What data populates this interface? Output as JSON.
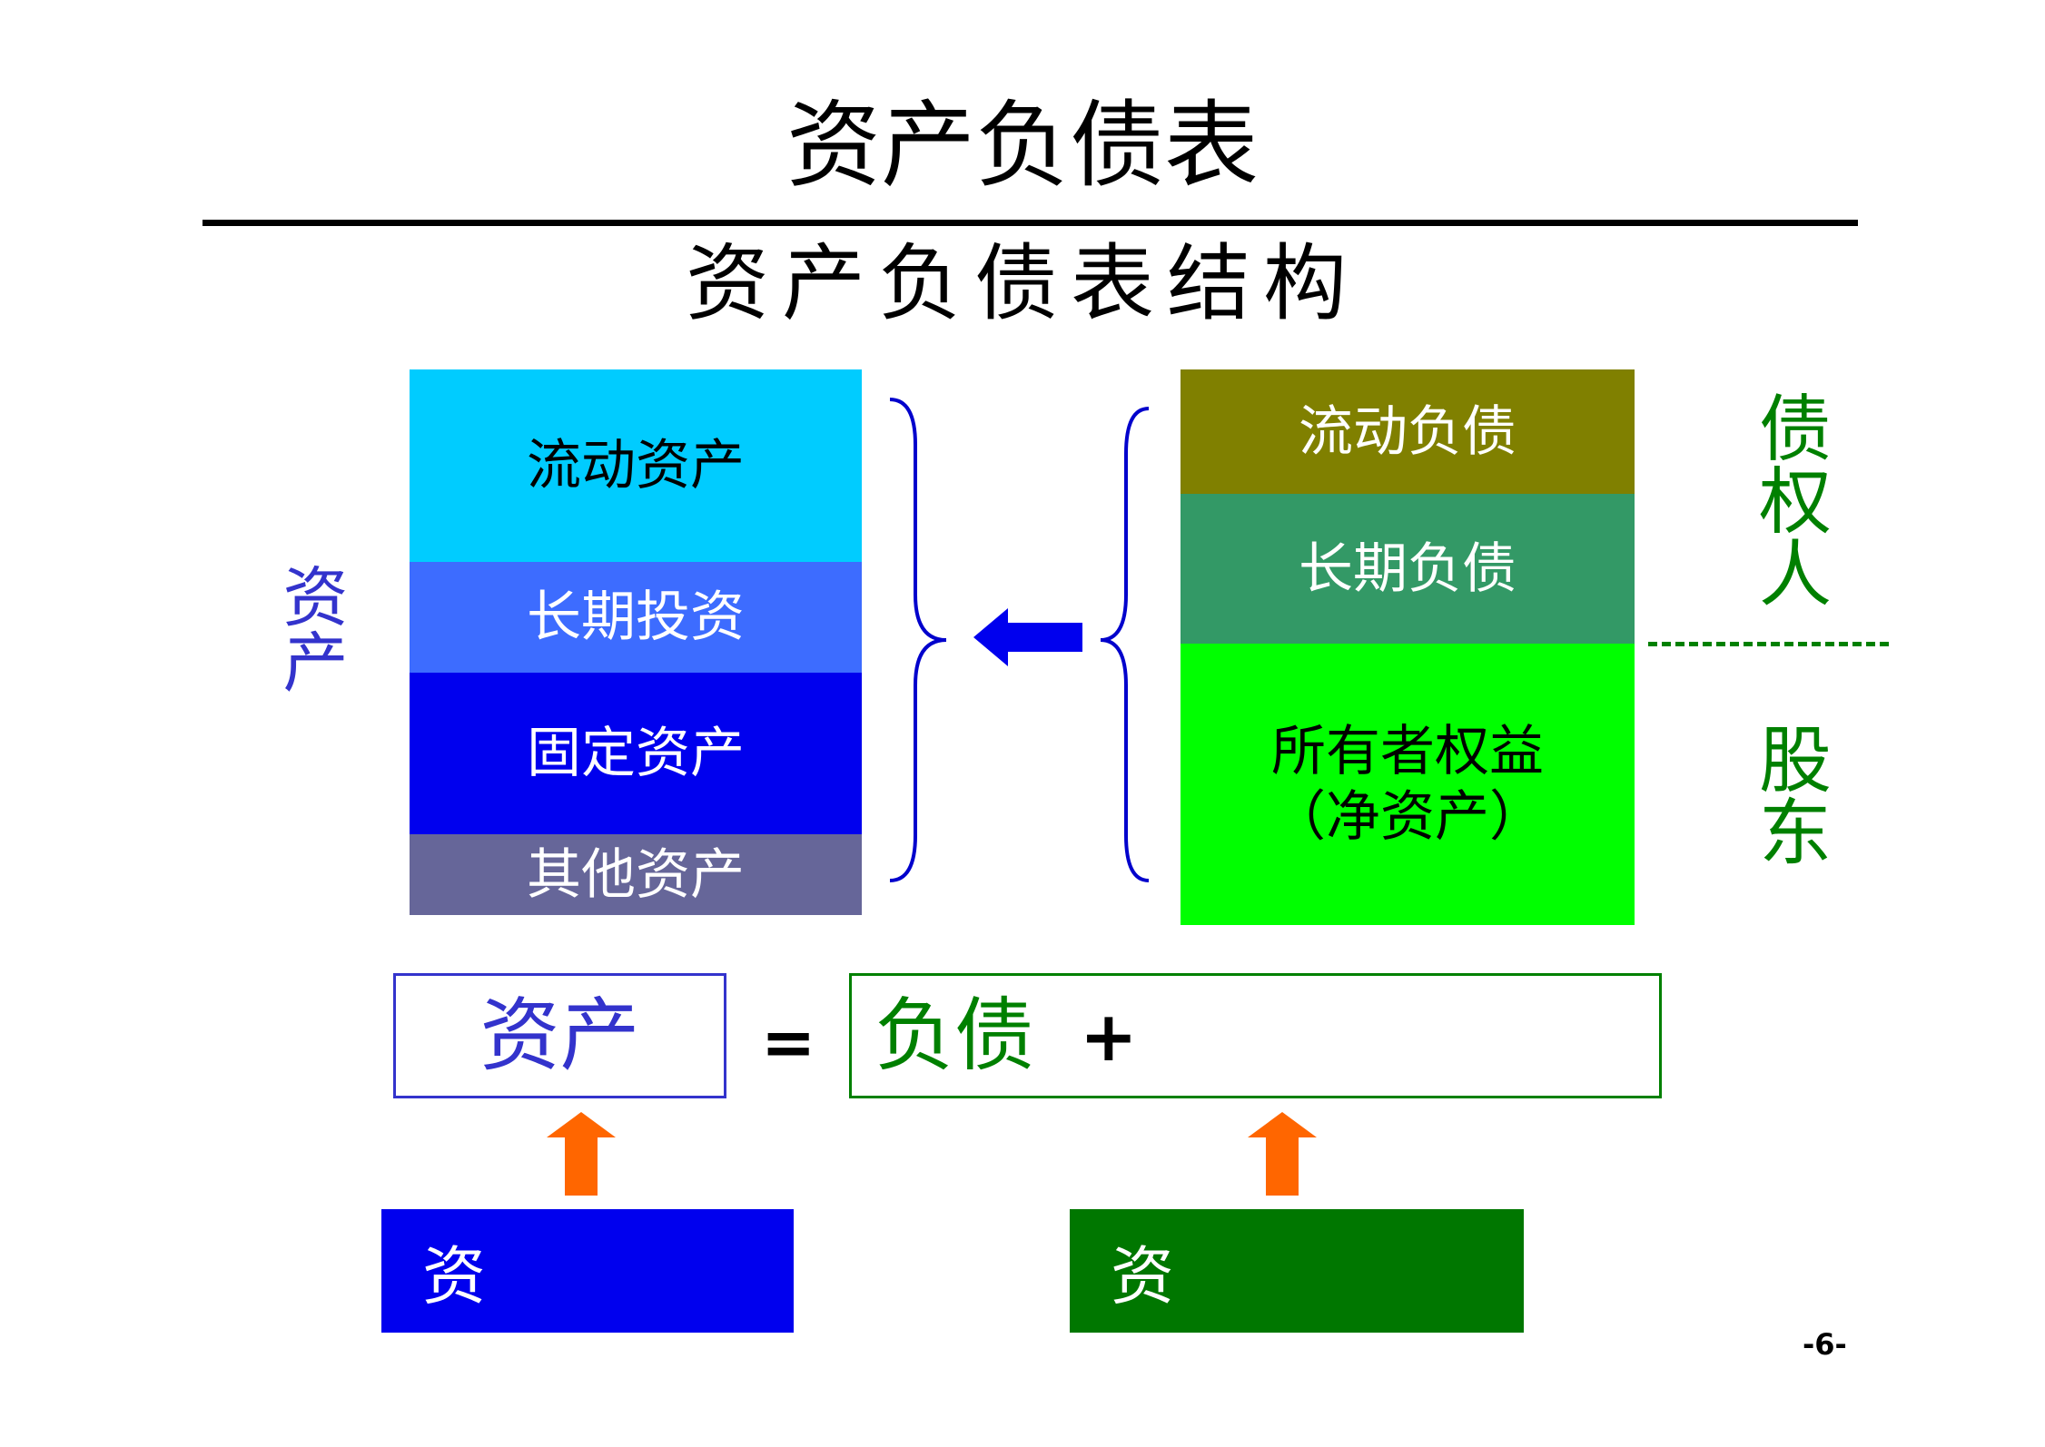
{
  "title": "资产负债表",
  "subtitle": "资产负债表结构",
  "left_label": "资产",
  "assets": {
    "current": "流动资产",
    "long_term_investment": "长期投资",
    "fixed": "固定资产",
    "other": "其他资产"
  },
  "liabilities": {
    "current": "流动负债",
    "long_term": "长期负债",
    "equity_line1": "所有者权益",
    "equity_line2": "（净资产）"
  },
  "right_labels": {
    "creditors": "债权人",
    "shareholders": "股东"
  },
  "equation": {
    "left": "资产",
    "equals": "=",
    "right": "负债",
    "plus": "+"
  },
  "bottom_boxes": {
    "left": "资",
    "right": "资"
  },
  "page_number": "-6-",
  "colors": {
    "current_assets": "#00ccff",
    "long_term_investment": "#3d6cff",
    "fixed_assets": "#0000ee",
    "other_assets": "#666699",
    "current_liabilities": "#808000",
    "long_term_liabilities": "#339966",
    "equity": "#00ff00",
    "brace_blue": "#0000cc",
    "arrow_blue": "#0000ee",
    "arrow_orange": "#ff6600",
    "green_text": "#008000",
    "blue_text": "#3333cc",
    "bottom_left_box": "#0000ee",
    "bottom_right_box": "#007700"
  }
}
